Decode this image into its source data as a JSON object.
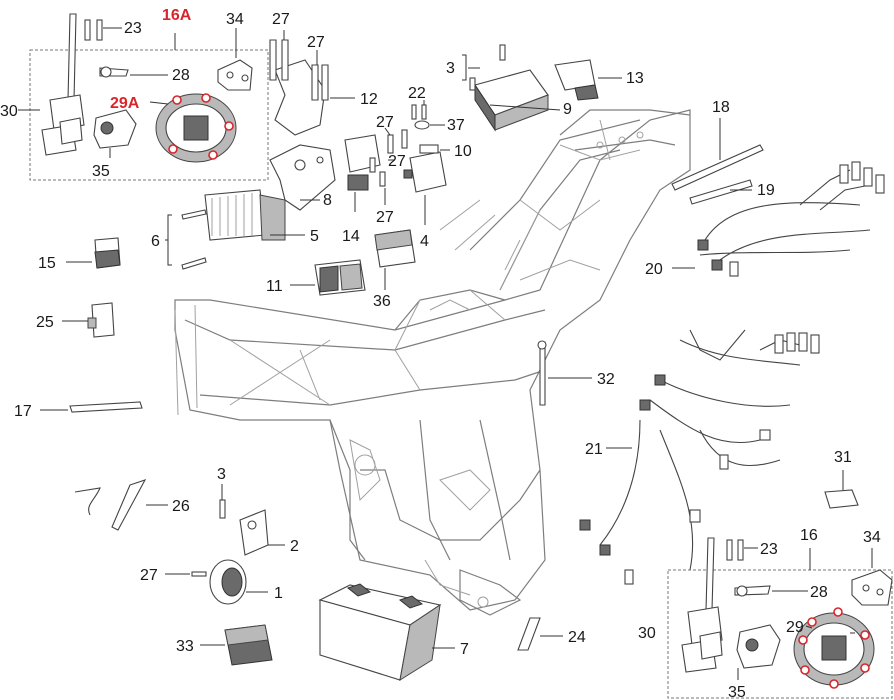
{
  "callouts": {
    "c16A": "16A",
    "c29A": "29A",
    "c23a": "23",
    "c34a": "34",
    "c28a": "28",
    "c30a": "30",
    "c35a": "35",
    "c27a": "27",
    "c27b": "27",
    "c12": "12",
    "c3a": "3",
    "c13": "13",
    "c9": "9",
    "c22": "22",
    "c37": "37",
    "c27c": "27",
    "c27d": "27",
    "c10": "10",
    "c8": "8",
    "c6": "6",
    "c5": "5",
    "c14": "14",
    "c27e": "27",
    "c4": "4",
    "c18": "18",
    "c19": "19",
    "c20": "20",
    "c15": "15",
    "c11": "11",
    "c36": "36",
    "c25": "25",
    "c17": "17",
    "c32": "32",
    "c21": "21",
    "c31": "31",
    "c3b": "3",
    "c2": "2",
    "c26": "26",
    "c27f": "27",
    "c1": "1",
    "c16": "16",
    "c23b": "23",
    "c34b": "34",
    "c28b": "28",
    "c30b": "30",
    "c29": "29",
    "c33": "33",
    "c7": "7",
    "c24": "24",
    "c35b": "35"
  },
  "colors": {
    "label": "#1a1a1a",
    "highlight_label": "#d9262b",
    "line_art": "#444444"
  }
}
